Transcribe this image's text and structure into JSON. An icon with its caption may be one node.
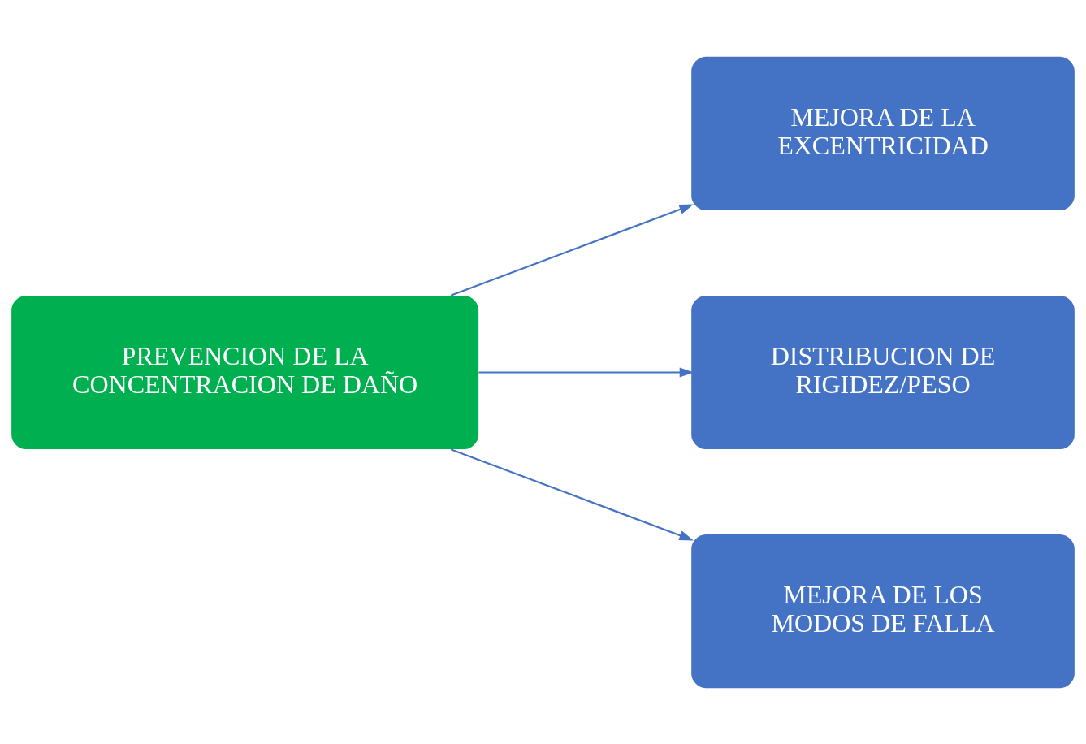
{
  "diagram": {
    "nodes": [
      {
        "text": [
          "PREVENCION DE LA CONCENTRACION DE DAÑO"
        ]
      },
      {
        "text": [
          "MEJORA DE LA EXCENTRICIDAD"
        ]
      },
      {
        "text": [
          "DISTRIBUCION DE RIGIDEZ/PESO"
        ]
      },
      {
        "text": [
          "MEJORA DE LOS MODOS DE FALLA"
        ]
      }
    ],
    "edges": [
      {
        "from": 0,
        "to": 1,
        "arrow": "to"
      },
      {
        "from": 0,
        "to": 2,
        "arrow": "to"
      },
      {
        "from": 0,
        "to": 3,
        "arrow": "to"
      }
    ]
  }
}
